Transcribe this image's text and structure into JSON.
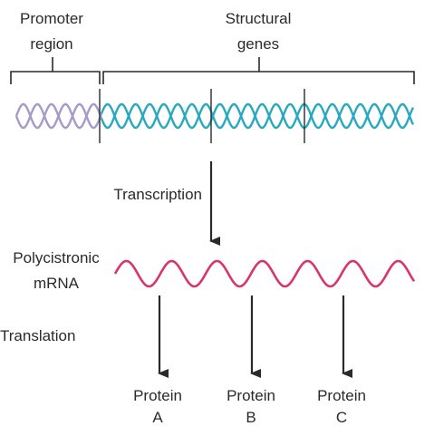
{
  "labels": {
    "promoter_line1": "Promoter",
    "promoter_line2": "region",
    "structural_line1": "Structural",
    "structural_line2": "genes",
    "transcription": "Transcription",
    "polycistronic_line1": "Polycistronic",
    "polycistronic_line2": "mRNA",
    "translation": "Translation"
  },
  "proteins": [
    {
      "line1": "Protein",
      "line2": "A"
    },
    {
      "line1": "Protein",
      "line2": "B"
    },
    {
      "line1": "Protein",
      "line2": "C"
    }
  ],
  "colors": {
    "promoter_dna": "#a79ac9",
    "structural_dna": "#27a9bf",
    "mrna": "#d9356b",
    "lines": "#2a2a2a",
    "text": "#2a2a2a"
  }
}
